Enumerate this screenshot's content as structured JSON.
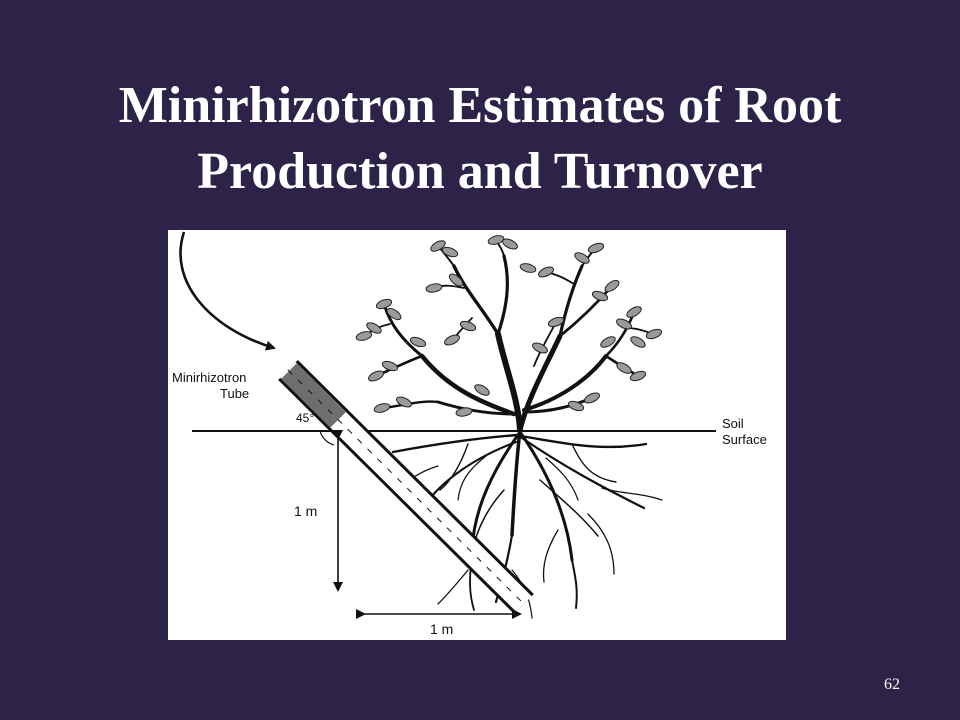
{
  "slide": {
    "title_line1": "Minirhizotron Estimates of Root",
    "title_line2": "Production and Turnover",
    "page_number": "62"
  },
  "diagram": {
    "tube_label_line1": "Minirhizotron",
    "tube_label_line2": "Tube",
    "angle_label": "45°",
    "soil_label_line1": "Soil",
    "soil_label_line2": "Surface",
    "depth_label": "1 m",
    "width_label": "1 m"
  },
  "colors": {
    "background": "#2d2248",
    "title_text": "#ffffff",
    "figure_background": "#ffffff",
    "line_art": "#111111",
    "leaf_fill": "#9a9a9a",
    "tube_fill": "#6e6e6e"
  }
}
